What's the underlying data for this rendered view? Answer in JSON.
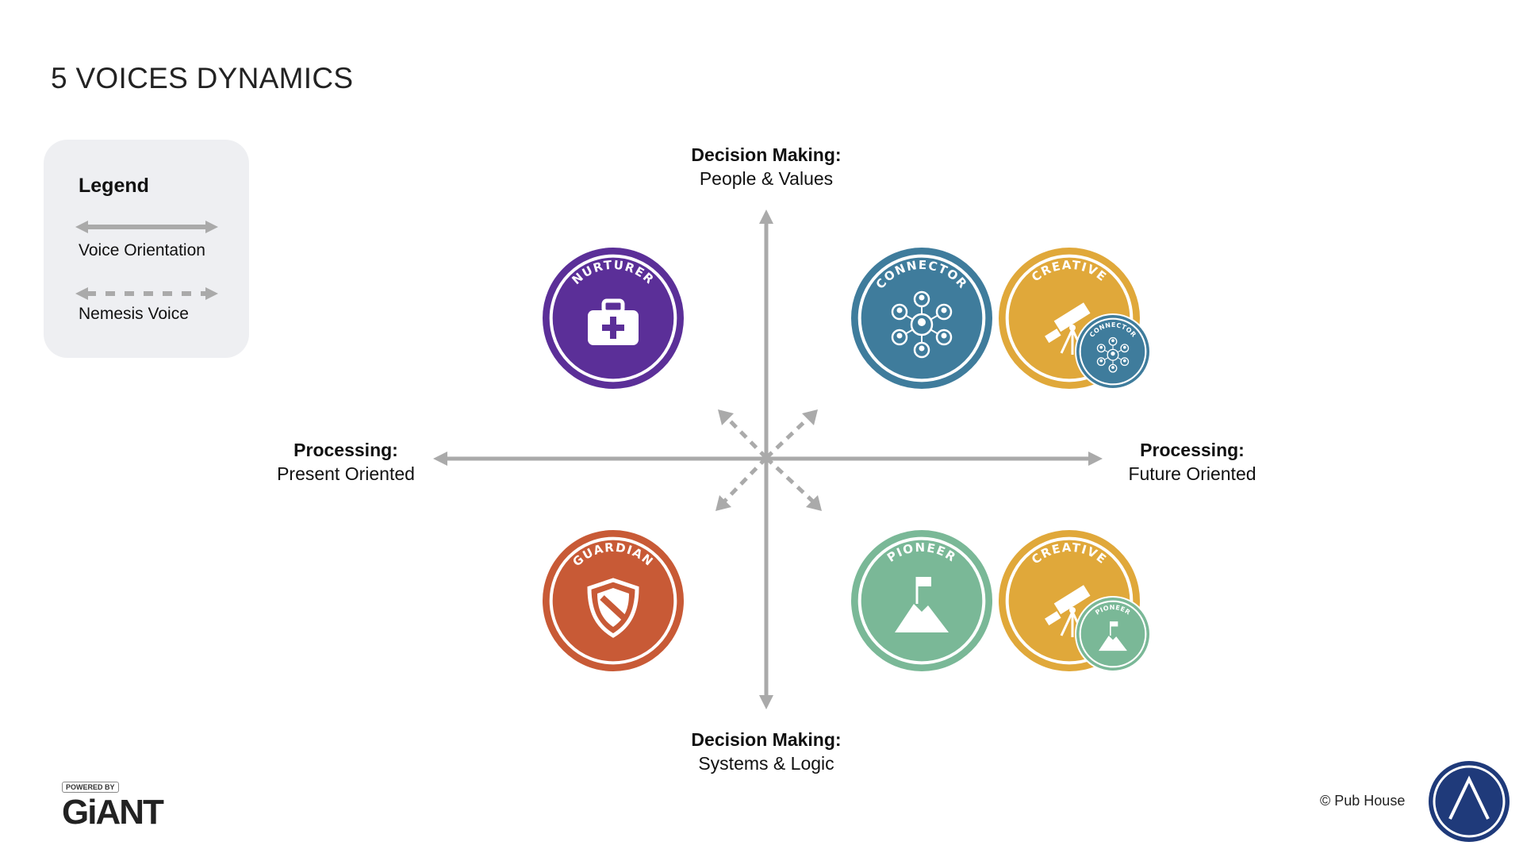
{
  "title": "5 VOICES DYNAMICS",
  "legend": {
    "title": "Legend",
    "items": [
      {
        "label": "Voice Orientation",
        "style": "solid"
      },
      {
        "label": "Nemesis Voice",
        "style": "dashed"
      }
    ]
  },
  "axes": {
    "top": {
      "heading": "Decision Making:",
      "sub": "People & Values"
    },
    "bottom": {
      "heading": "Decision Making:",
      "sub": "Systems & Logic"
    },
    "left": {
      "heading": "Processing:",
      "sub": "Present Oriented"
    },
    "right": {
      "heading": "Processing:",
      "sub": "Future Oriented"
    }
  },
  "badges": {
    "nurturer": {
      "label": "NURTURER",
      "color": "#5b2f98",
      "icon": "first-aid-kit-icon"
    },
    "connector": {
      "label": "CONNECTOR",
      "color": "#3f7c9c",
      "icon": "network-people-icon"
    },
    "creative_top": {
      "label": "CREATIVE",
      "color": "#e0a83a",
      "icon": "telescope-icon",
      "nemesis": "CONNECTOR"
    },
    "guardian": {
      "label": "GUARDIAN",
      "color": "#c85a36",
      "icon": "shield-icon"
    },
    "pioneer": {
      "label": "PIONEER",
      "color": "#7ab897",
      "icon": "mountain-flag-icon"
    },
    "creative_bottom": {
      "label": "CREATIVE",
      "color": "#e0a83a",
      "icon": "telescope-icon",
      "nemesis": "PIONEER"
    }
  },
  "footer": {
    "powered_by": "POWERED BY",
    "brand": "GiANT",
    "copyright": "© Pub House"
  },
  "colors": {
    "axis": "#aaaaaa",
    "pubhouse": "#1f3a7a"
  }
}
